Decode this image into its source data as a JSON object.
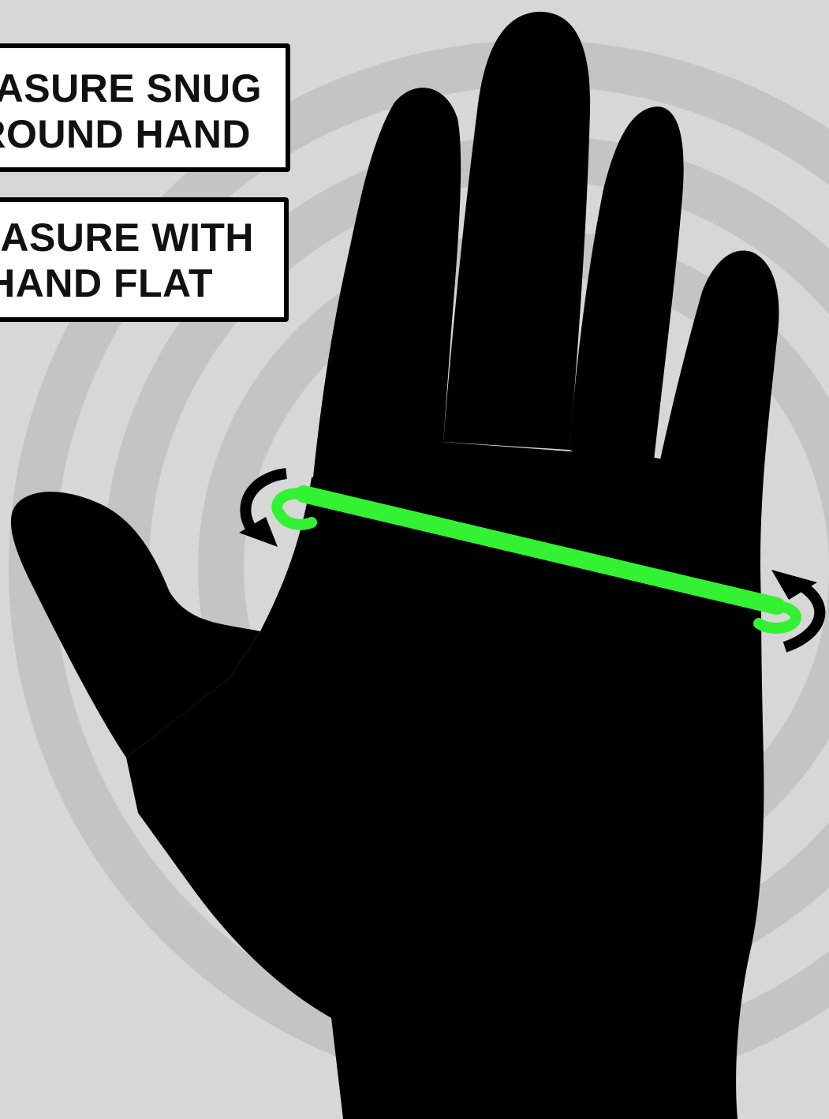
{
  "labels": {
    "snug": {
      "line1": "EASURE SNUG",
      "line2": "ROUND HAND"
    },
    "flat": {
      "line1": "EASURE WITH",
      "line2": "HAND FLAT"
    }
  },
  "colors": {
    "background": "#d7d7d7",
    "rings": "#c4c4c4",
    "hand": "#000000",
    "tape": "#33f233",
    "label_bg": "#ffffff",
    "label_border": "#000000"
  },
  "icons": {
    "left_arrow": "curved-arrow-down-icon",
    "right_arrow": "curved-arrow-up-icon"
  }
}
